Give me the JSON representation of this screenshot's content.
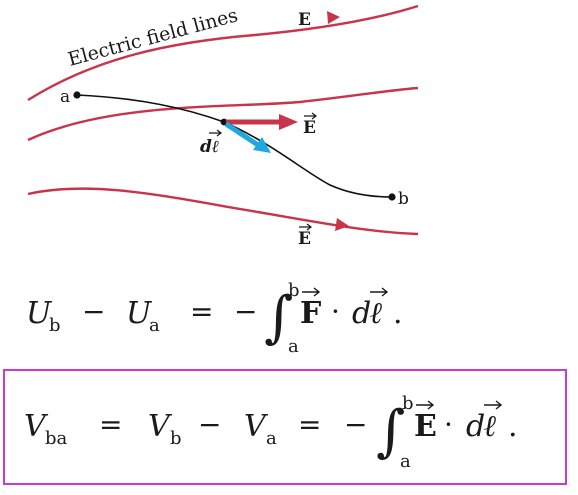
{
  "diagram": {
    "field_label": "Electric field lines",
    "field_symbol": "E",
    "point_a": "a",
    "point_b": "b",
    "displacement_label": "dℓ",
    "colors": {
      "field_line": "#c8344a",
      "path": "#111111",
      "field_arrow": "#c8344a",
      "displacement_arrow": "#1fa9e0"
    }
  },
  "equation_energy": {
    "lhs_1": "U",
    "lhs_1_sub": "b",
    "minus": "−",
    "lhs_2": "U",
    "lhs_2_sub": "a",
    "equals": "=",
    "neg": "−",
    "integral": "∫",
    "upper": "b",
    "lower": "a",
    "vector": "F",
    "dot": "·",
    "d": "d",
    "ell": "ℓ",
    "period": "."
  },
  "equation_potential": {
    "v_ba": "V",
    "v_ba_sub": "ba",
    "equals_1": "=",
    "v_b": "V",
    "v_b_sub": "b",
    "minus": "−",
    "v_a": "V",
    "v_a_sub": "a",
    "equals_2": "=",
    "neg": "−",
    "integral": "∫",
    "upper": "b",
    "lower": "a",
    "vector": "E",
    "dot": "·",
    "d": "d",
    "ell": "ℓ",
    "period": ".",
    "box_color": "#c93bd0"
  }
}
